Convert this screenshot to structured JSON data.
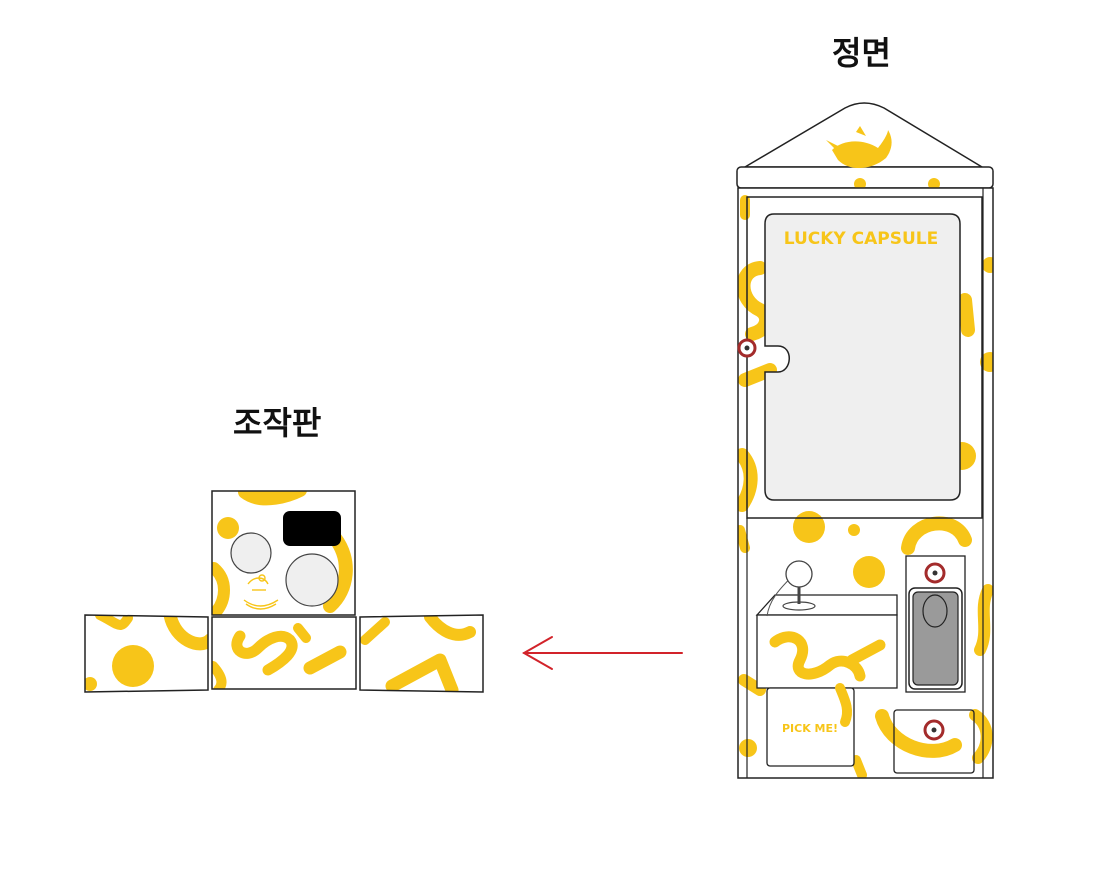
{
  "labels": {
    "control_panel_title": "조작판",
    "front_title": "정면",
    "screen_brand": "LUCKY CAPSULE",
    "pick_button": "PICK ME!"
  },
  "colors": {
    "yellow": "#F7C519",
    "outline": "#222222",
    "screen_fill": "#EFEFEF",
    "slot_fill": "#9A9A9A",
    "arrow": "#D2232A",
    "bolt": "#A32B2B",
    "button_black": "#000000"
  },
  "icons": {
    "topper": "dolphin-icon",
    "panel_logo": "bird-logo-icon"
  }
}
